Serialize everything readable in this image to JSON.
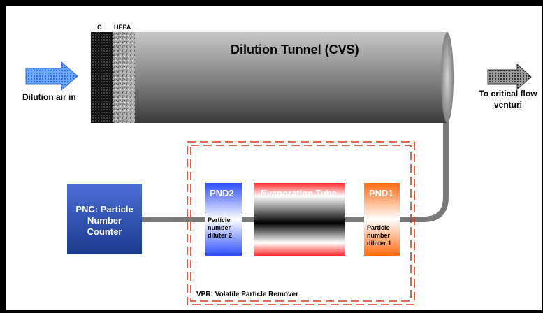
{
  "filters": {
    "carbon_label": "C",
    "hepa_label": "HEPA"
  },
  "tunnel": {
    "title": "Dilution Tunnel (CVS)"
  },
  "inlet": {
    "label": "Dilution air in"
  },
  "outlet": {
    "label_line1": "To critical flow",
    "label_line2": "venturi"
  },
  "pnc": {
    "line1": "PNC: Particle",
    "line2": "Number",
    "line3": "Counter"
  },
  "pnd2": {
    "title": "PND2",
    "line1": "Particle",
    "line2": "number",
    "line3": "diluter 2"
  },
  "evap": {
    "title": "Evaporation Tube"
  },
  "pnd1": {
    "title": "PND1",
    "line1": "Particle",
    "line2": "number",
    "line3": "diluter 1"
  },
  "vpr": {
    "label": "VPR: Volatile Particle Remover"
  },
  "colors": {
    "pipe": "#7a7a7a",
    "pnc_blue": "#2c4fb0",
    "pnd2_blue": "#3a5cff",
    "evap_red": "#ff3030",
    "pnd1_orange": "#ff6a10",
    "vpr_dash": "#d9381e"
  }
}
